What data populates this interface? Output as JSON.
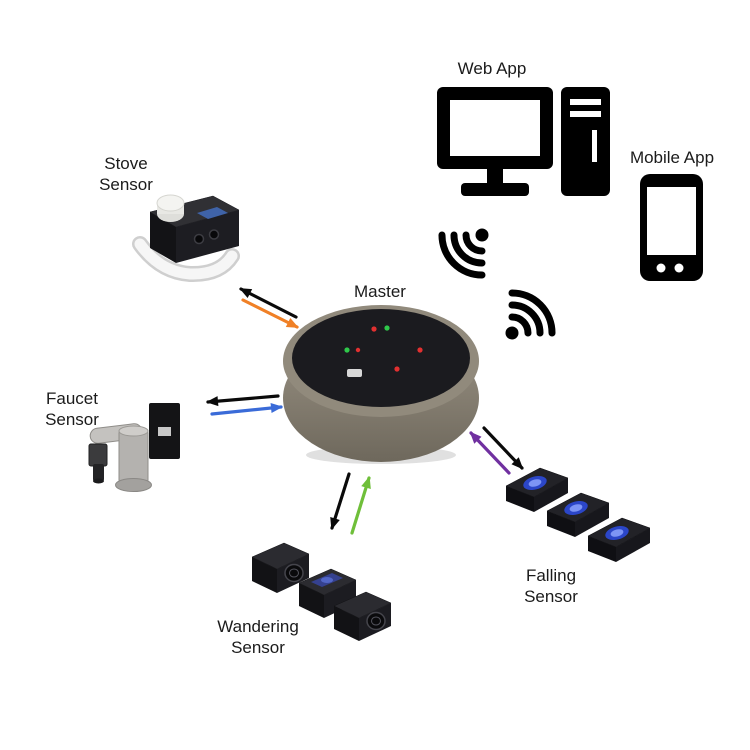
{
  "labels": {
    "web_app": "Web App",
    "mobile_app": "Mobile App",
    "stove_sensor": "Stove\nSensor",
    "master": "Master",
    "faucet_sensor": "Faucet\nSensor",
    "wandering_sensor": "Wandering\nSensor",
    "falling_sensor": "Falling\nSensor"
  },
  "colors": {
    "black": "#0a0a0a",
    "orange": "#f08026",
    "blue": "#3a6bd8",
    "green": "#6fbf3a",
    "purple": "#7030a0"
  },
  "connections": [
    {
      "node": "stove_sensor",
      "to_master_arrow": "orange",
      "from_master_arrow": "black"
    },
    {
      "node": "faucet_sensor",
      "to_master_arrow": "blue",
      "from_master_arrow": "black"
    },
    {
      "node": "wandering_sensor",
      "to_master_arrow": "green",
      "from_master_arrow": "black"
    },
    {
      "node": "falling_sensor",
      "to_master_arrow": "purple",
      "from_master_arrow": "black"
    },
    {
      "node": "web_app",
      "link": "wifi"
    },
    {
      "node": "mobile_app",
      "link": "wifi"
    }
  ]
}
